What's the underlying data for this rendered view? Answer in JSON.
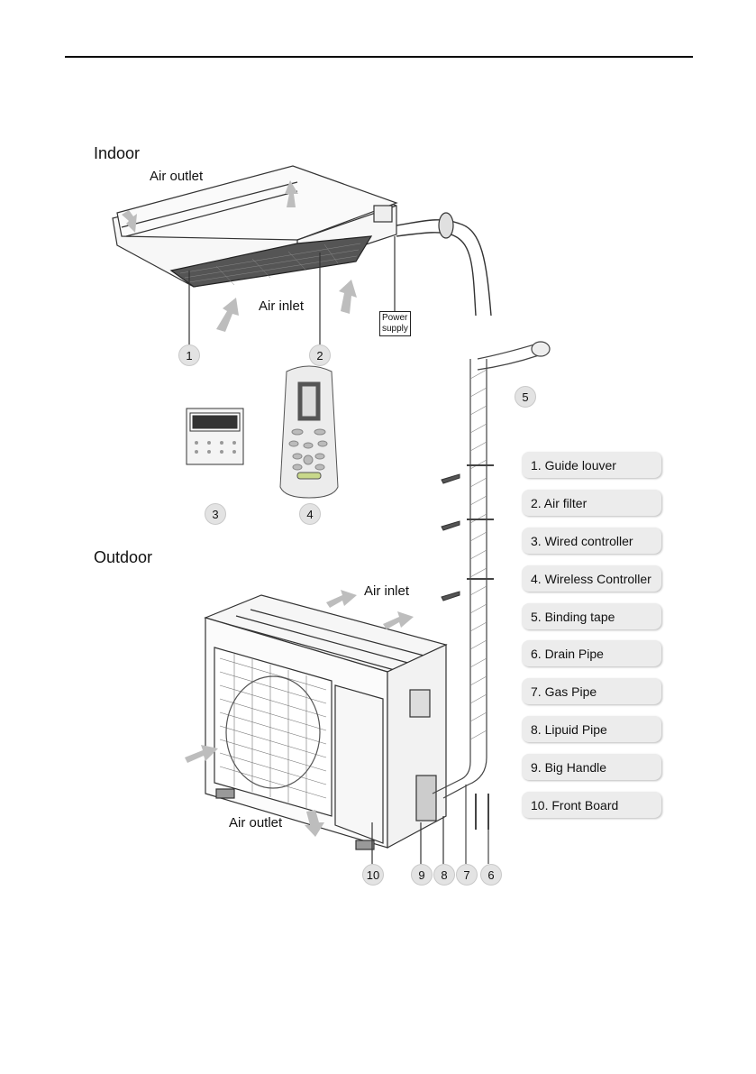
{
  "sections": {
    "indoor": "Indoor",
    "outdoor": "Outdoor"
  },
  "indoor_labels": {
    "air_outlet": "Air outlet",
    "air_inlet": "Air inlet",
    "power_supply_line1": "Power",
    "power_supply_line2": "supply"
  },
  "outdoor_labels": {
    "air_inlet": "Air inlet",
    "air_outlet": "Air outlet"
  },
  "callouts": [
    "1",
    "2",
    "3",
    "4",
    "5",
    "6",
    "7",
    "8",
    "9",
    "10"
  ],
  "legend": [
    "1. Guide louver",
    "2. Air filter",
    "3. Wired controller",
    "4. Wireless Controller",
    "5. Binding tape",
    "6. Drain Pipe",
    "7. Gas Pipe",
    "8. Lipuid Pipe",
    "9. Big Handle",
    "10. Front Board"
  ],
  "colors": {
    "line": "#333333",
    "arrow": "#bdbdbd",
    "callout_bg": "#e3e3e3",
    "legend_bg": "#ececec"
  }
}
